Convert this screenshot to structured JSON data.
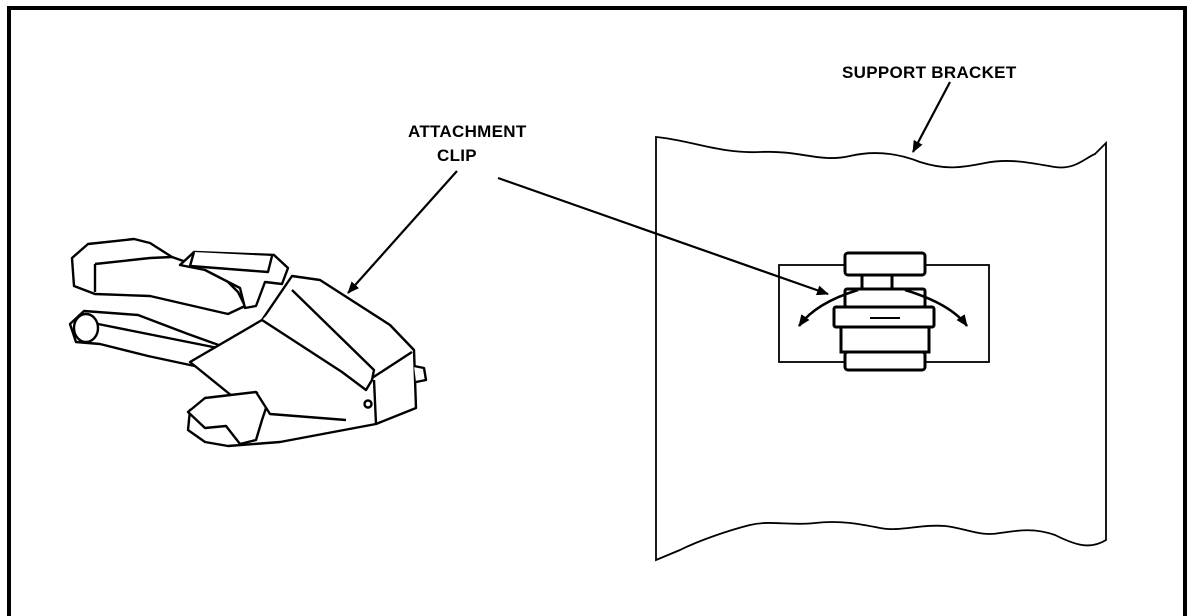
{
  "labels": {
    "support_bracket": "SUPPORT BRACKET",
    "attachment_clip_line1": "ATTACHMENT",
    "attachment_clip_line2": "CLIP"
  },
  "colors": {
    "ink": "#000000",
    "paper": "#ffffff"
  }
}
